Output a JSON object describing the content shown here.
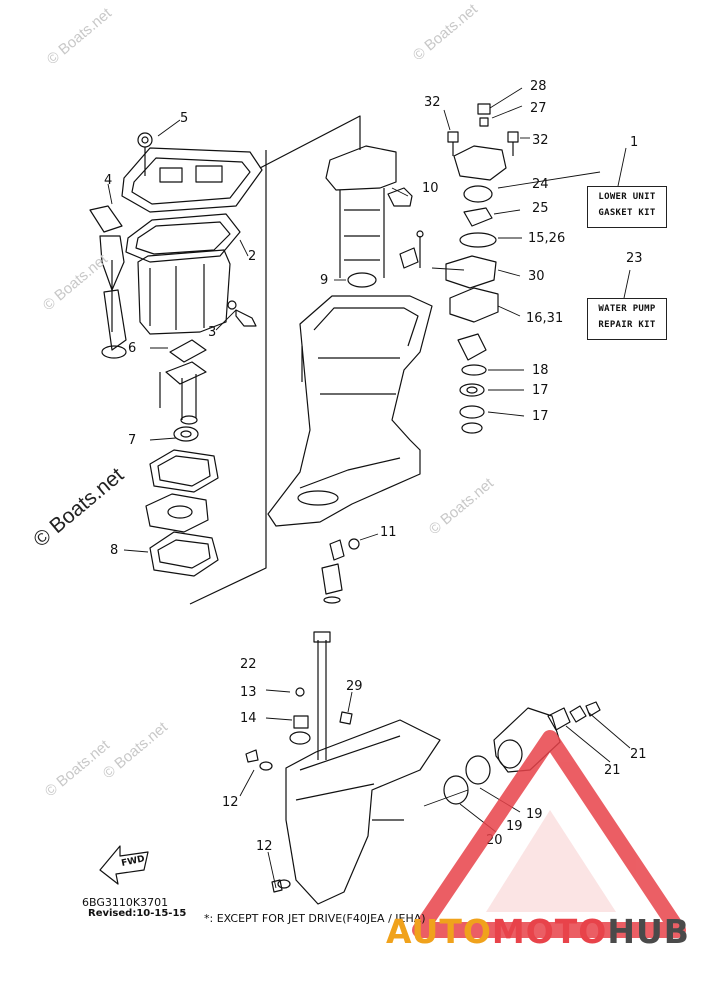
{
  "watermark": {
    "text": "© Boats.net"
  },
  "callouts": [
    "1",
    "2",
    "3",
    "4",
    "5",
    "6",
    "7",
    "8",
    "9",
    "10",
    "11",
    "12",
    "12",
    "13",
    "14",
    "15,26",
    "16,31",
    "17",
    "17",
    "18",
    "19",
    "19",
    "20",
    "21",
    "21",
    "22",
    "23",
    "24",
    "25",
    "27",
    "28",
    "29",
    "30",
    "32",
    "32"
  ],
  "kits": {
    "lower_unit": [
      "LOWER UNIT",
      "GASKET KIT"
    ],
    "water_pump": [
      "WATER PUMP",
      "REPAIR KIT"
    ]
  },
  "fwd_label": "FWD",
  "footer": {
    "code": "6BG3110K3701",
    "revised": "Revised:10-15-15",
    "note": "*: EXCEPT FOR JET DRIVE(F40JEA / JEHA)"
  },
  "brand": {
    "part1": "AUTO",
    "part2": "MOTO",
    "part3": "HUB",
    "colors": {
      "auto": "#f0a21c",
      "moto": "#e8434a",
      "hub": "#4a4a4a"
    }
  }
}
